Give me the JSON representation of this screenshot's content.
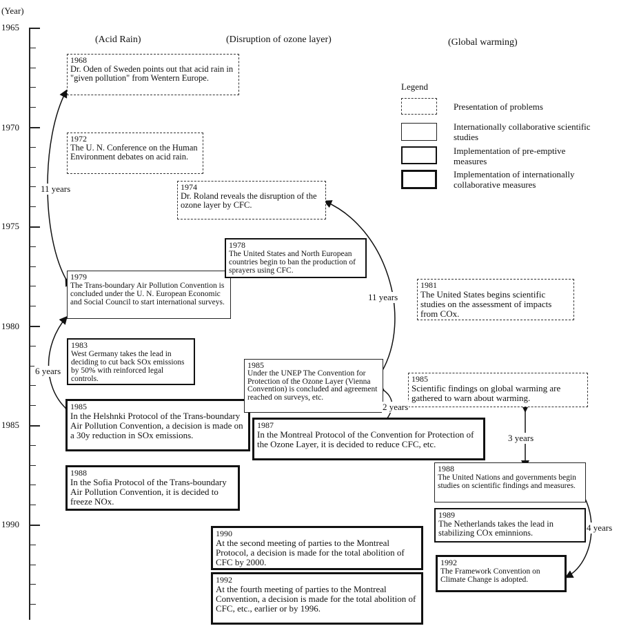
{
  "axis": {
    "unit_label": "(Year)",
    "years": [
      "1965",
      "1970",
      "1975",
      "1980",
      "1985",
      "1990"
    ]
  },
  "columns": {
    "acid_rain": "(Acid Rain)",
    "ozone": "(Disruption of ozone layer)",
    "warming": "(Global warming)"
  },
  "legend": {
    "title": "Legend",
    "items": [
      "Presentation of problems",
      "Internationally collaborative scientific studies",
      "Implementation of pre-emptive measures",
      "Implementation of internationally collaborative measures"
    ]
  },
  "events": {
    "acid_1968": {
      "year": "1968",
      "text": "Dr. Oden of Sweden points out that acid rain in \"given pollution\" from Wentern Europe."
    },
    "acid_1972": {
      "year": "1972",
      "text": "The U. N. Conference on the Human Environment debates on acid rain."
    },
    "acid_1979": {
      "year": "1979",
      "text": "The Trans-boundary Air Pollution Convention is concluded under the U. N. European Economic and Social Council to start international surveys."
    },
    "acid_1983": {
      "year": "1983",
      "text": "West Germany takes the lead in deciding to cut back SOx emissions by 50% with reinforced legal controls."
    },
    "acid_1985": {
      "year": "1985",
      "text": "In the Helshnki Protocol of the Trans-boundary Air Pollution Convention, a decision is made on a 30y reduction in SOx emissions."
    },
    "acid_1988": {
      "year": "1988",
      "text": "In the Sofia Protocol of the Trans-boundary Air Pollution Convention, it is decided to freeze NOx."
    },
    "ozone_1974": {
      "year": "1974",
      "text": "Dr. Roland reveals the disruption of the ozone layer by CFC."
    },
    "ozone_1978": {
      "year": "1978",
      "text": "The United States and North European countries begin to ban the production of sprayers using CFC."
    },
    "ozone_1985": {
      "year": "1985",
      "text": "Under the UNEP The Convention for Protection of the Ozone Layer (Vienna Convention) is concluded and agreement reached on surveys, etc."
    },
    "ozone_1987": {
      "year": "1987",
      "text": "In the Montreal Protocol of the Convention for Protection of the Ozone Layer, it is decided to reduce CFC, etc."
    },
    "ozone_1990": {
      "year": "1990",
      "text": "At the second meeting of parties to the Montreal Protocol, a decision is made for the total abolition of CFC by 2000."
    },
    "ozone_1992": {
      "year": "1992",
      "text": "At the fourth meeting of parties to the Montreal Convention, a decision is made for the total abolition of CFC, etc., earlier or by 1996."
    },
    "warm_1981": {
      "year": "1981",
      "text": "The United States begins scientific studies on the assessment of impacts from COx."
    },
    "warm_1985": {
      "year": "1985",
      "text": "Scientific findings on global warming are gathered to warn about warming."
    },
    "warm_1988": {
      "year": "1988",
      "text": "The United Nations and governments begin studies on scientific findings and measures."
    },
    "warm_1989": {
      "year": "1989",
      "text": "The Netherlands takes the lead in stabilizing COx eminnions."
    },
    "warm_1992": {
      "year": "1992",
      "text": "The Framework Convention on Climate Change is adopted."
    }
  },
  "gaps": {
    "acid_11": "11 years",
    "acid_6": "6 years",
    "ozone_11": "11 years",
    "ozone_2": "2 years",
    "warm_3": "3 years",
    "warm_4": "4 years"
  }
}
